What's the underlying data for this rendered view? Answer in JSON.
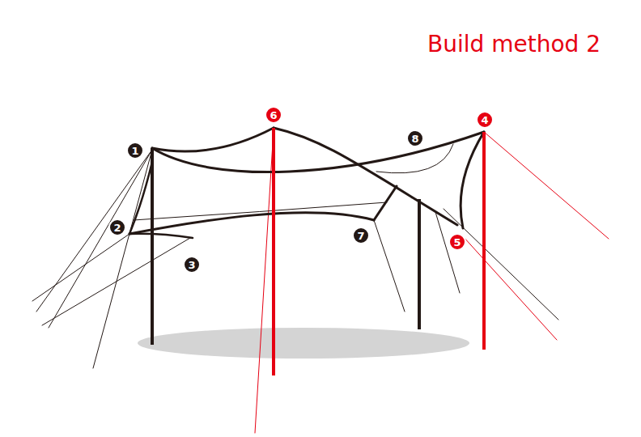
{
  "diagram": {
    "title": "Build method 2",
    "labels": [
      "1",
      "2",
      "3",
      "4",
      "5",
      "6",
      "7",
      "8"
    ]
  }
}
